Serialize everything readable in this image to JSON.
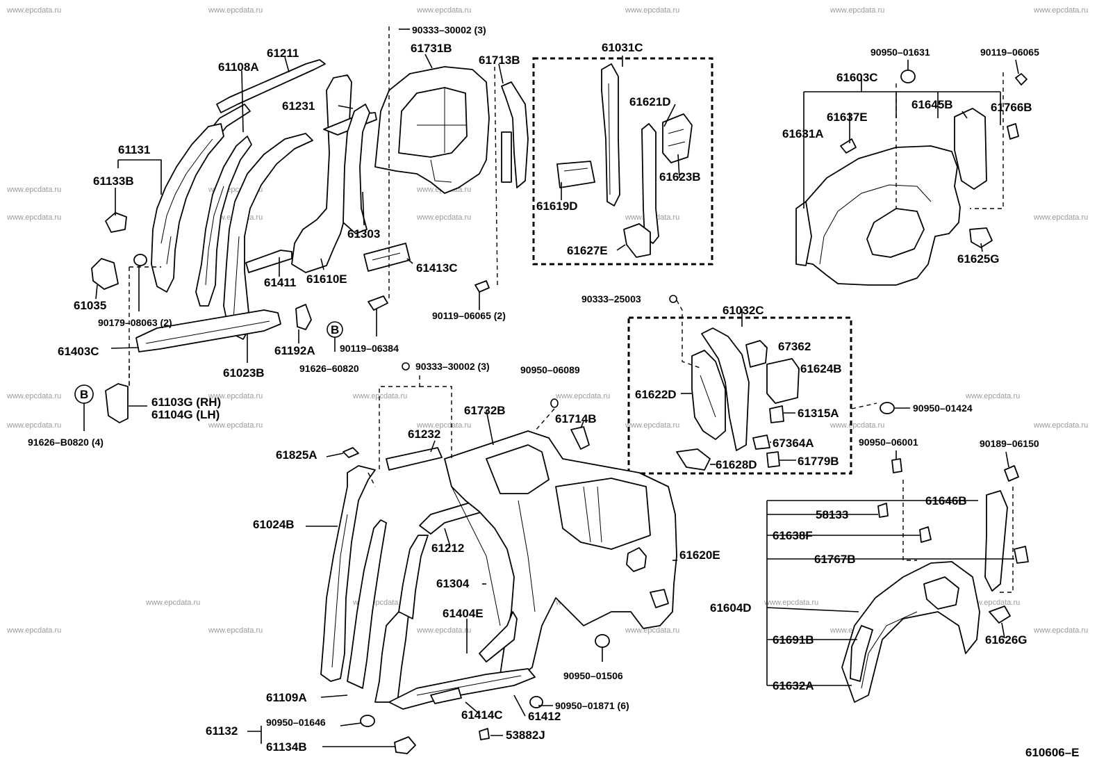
{
  "diagram_code": "610606–E",
  "watermark": "www.epcdata.ru",
  "callout_letter": "B",
  "labels": {
    "p61211": "61211",
    "p61108A": "61108A",
    "p61731B": "61731B",
    "p61713B": "61713B",
    "p90333_30002_top": "90333–30002 (3)",
    "p61031C": "61031C",
    "p61231": "61231",
    "p61131": "61131",
    "p61133B": "61133B",
    "p61303": "61303",
    "p61411": "61411",
    "p61610E": "61610E",
    "p61413C": "61413C",
    "p61035": "61035",
    "p90179_08063": "90179–08063 (2)",
    "p61403C": "61403C",
    "p61023B": "61023B",
    "p61192A": "61192A",
    "p91626_60820": "91626–60820",
    "p90119_06384": "90119–06384",
    "p90119_06065_2": "90119–06065 (2)",
    "p61103G": "61103G (RH)",
    "p61104G": "61104G (LH)",
    "p91626_B0820": "91626–B0820 (4)",
    "p61621D": "61621D",
    "p61623B": "61623B",
    "p61619D": "61619D",
    "p61627E": "61627E",
    "p90950_01631": "90950–01631",
    "p90119_06065": "90119–06065",
    "p61603C": "61603C",
    "p61637E": "61637E",
    "p61645B": "61645B",
    "p61766B": "61766B",
    "p61631A": "61631A",
    "p61625G": "61625G",
    "p90333_25003": "90333–25003",
    "p61032C": "61032C",
    "p67362": "67362",
    "p61624B": "61624B",
    "p61622D": "61622D",
    "p61315A": "61315A",
    "p67364A": "67364A",
    "p61628D": "61628D",
    "p61779B": "61779B",
    "p90950_01424": "90950–01424",
    "p90333_30002_mid": "90333–30002 (3)",
    "p90950_06089": "90950–06089",
    "p61732B": "61732B",
    "p61714B": "61714B",
    "p61232": "61232",
    "p61825A": "61825A",
    "p61024B": "61024B",
    "p61212": "61212",
    "p61620E": "61620E",
    "p61304": "61304",
    "p61404E": "61404E",
    "p61109A": "61109A",
    "p90950_01506": "90950–01506",
    "p90950_01871": "90950–01871 (6)",
    "p61412": "61412",
    "p61414C": "61414C",
    "p61132": "61132",
    "p90950_01646": "90950–01646",
    "p61134B": "61134B",
    "p53882J": "53882J",
    "p90950_06001": "90950–06001",
    "p90189_06150": "90189–06150",
    "p61646B": "61646B",
    "p58133": "58133",
    "p61638F": "61638F",
    "p61767B": "61767B",
    "p61604D": "61604D",
    "p61691B": "61691B",
    "p61626G": "61626G",
    "p61632A": "61632A"
  }
}
